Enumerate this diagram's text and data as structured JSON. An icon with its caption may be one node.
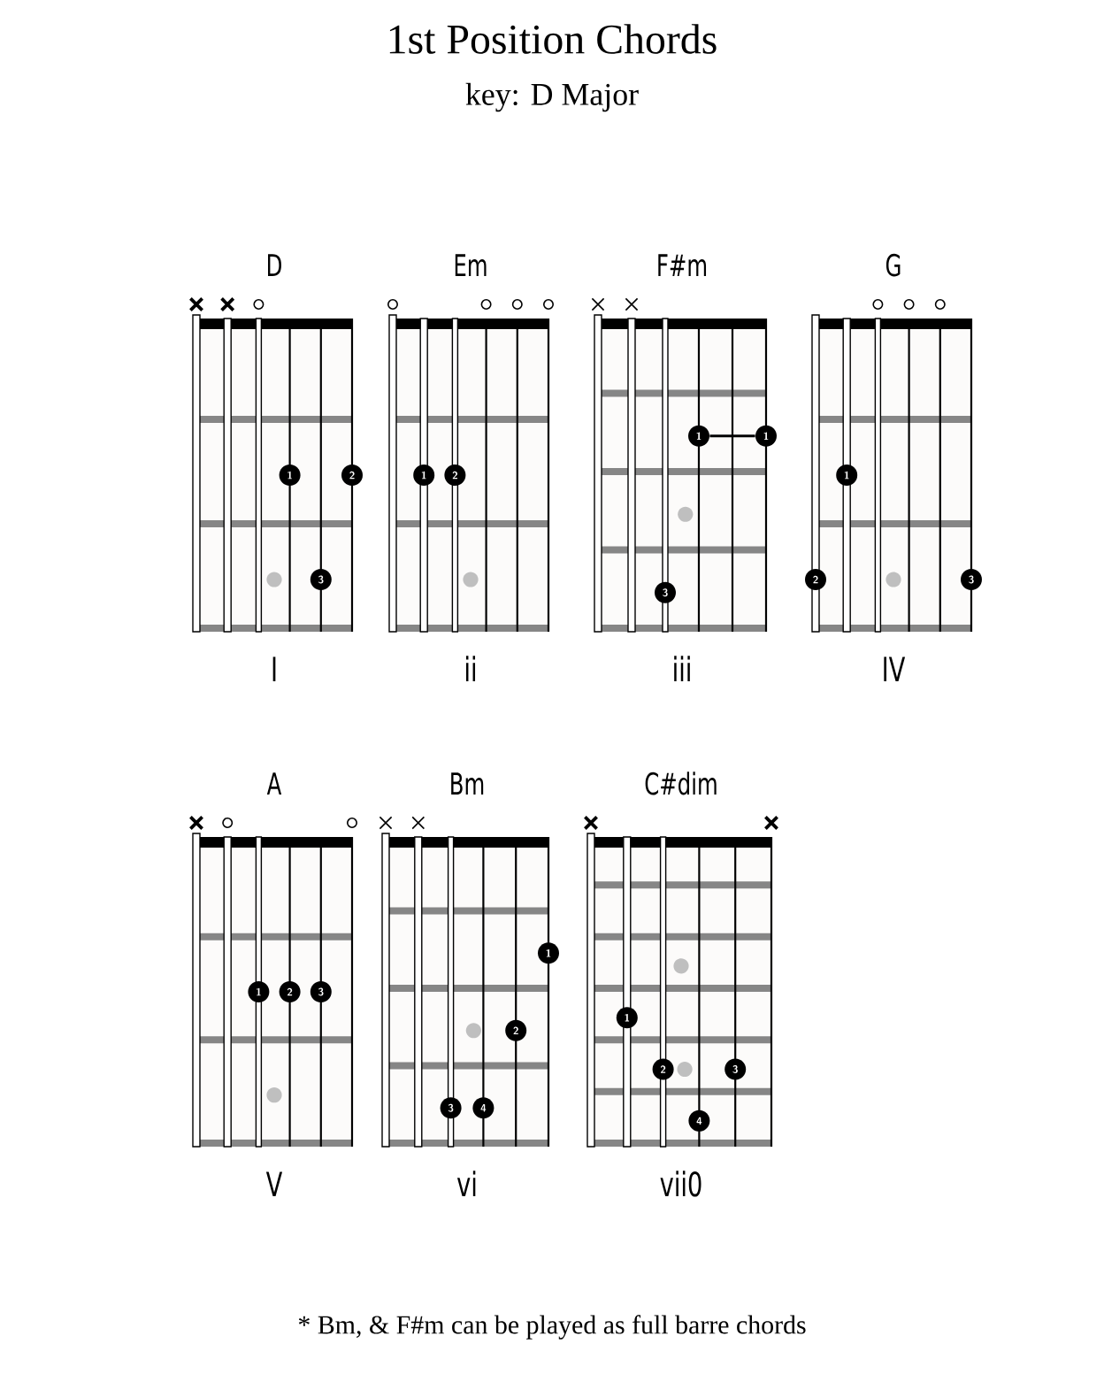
{
  "diagram": {
    "title": "1st Position Chords",
    "caption": "* Bm, & F#m can be played as full barre chords",
    "labels": [
      "key: D Major"
    ],
    "nodes": [
      {
        "text": [
          "D"
        ],
        "beside": [
          "I"
        ]
      },
      {
        "text": [
          "Em"
        ],
        "beside": [
          "ii"
        ]
      },
      {
        "text": [
          "F#m"
        ],
        "beside": [
          "iii"
        ]
      },
      {
        "text": [
          "G"
        ],
        "beside": [
          "IV"
        ]
      },
      {
        "text": [
          "A"
        ],
        "beside": [
          "V"
        ]
      },
      {
        "text": [
          "Bm"
        ],
        "beside": [
          "vi"
        ]
      },
      {
        "text": [
          "C#dim"
        ],
        "beside": [
          "vii0"
        ]
      },
      {
        "text": [
          "1"
        ],
        "in": 0
      },
      {
        "text": [
          "2"
        ],
        "in": 0
      },
      {
        "text": [
          "3"
        ],
        "in": 0
      },
      {
        "text": [
          "1"
        ],
        "in": 1
      },
      {
        "text": [
          "2"
        ],
        "in": 1
      },
      {
        "text": [
          "1"
        ],
        "in": 2
      },
      {
        "text": [
          "1"
        ],
        "in": 2
      },
      {
        "text": [
          "3"
        ],
        "in": 2
      },
      {
        "text": [
          "1"
        ],
        "in": 3
      },
      {
        "text": [
          "2"
        ],
        "in": 3
      },
      {
        "text": [
          "3"
        ],
        "in": 3
      },
      {
        "text": [
          "1"
        ],
        "in": 4
      },
      {
        "text": [
          "2"
        ],
        "in": 4
      },
      {
        "text": [
          "3"
        ],
        "in": 4
      },
      {
        "text": [
          "1"
        ],
        "in": 5
      },
      {
        "text": [
          "2"
        ],
        "in": 5
      },
      {
        "text": [
          "3"
        ],
        "in": 5
      },
      {
        "text": [
          "4"
        ],
        "in": 5
      },
      {
        "text": [
          "1"
        ],
        "in": 6
      },
      {
        "text": [
          "2"
        ],
        "in": 6
      },
      {
        "text": [
          "3"
        ],
        "in": 6
      },
      {
        "text": [
          "4"
        ],
        "in": 6
      }
    ],
    "edges": [
      {
        "from": 12,
        "to": 13,
        "arrow": "none"
      }
    ]
  }
}
